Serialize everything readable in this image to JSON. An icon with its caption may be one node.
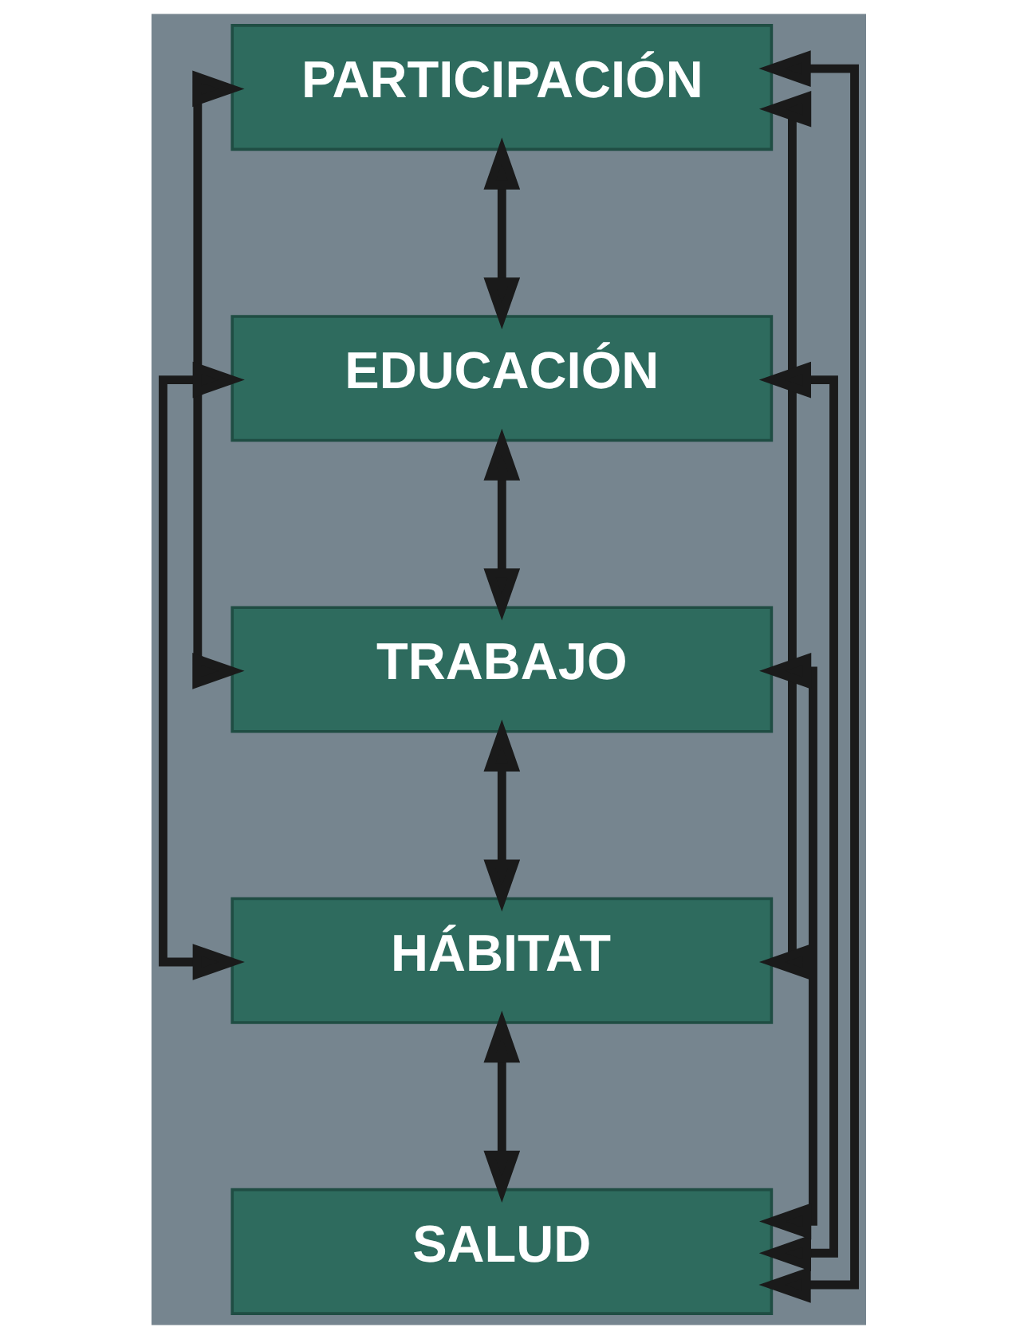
{
  "diagram": {
    "nodes": [
      {
        "text": [
          "PARTICIPACIÓN"
        ]
      },
      {
        "text": [
          "EDUCACIÓN"
        ]
      },
      {
        "text": [
          "TRABAJO"
        ]
      },
      {
        "text": [
          "HÁBITAT"
        ]
      },
      {
        "text": [
          "SALUD"
        ]
      }
    ],
    "edges": [
      {
        "from": 0,
        "to": 1,
        "arrow": "both"
      },
      {
        "from": 1,
        "to": 2,
        "arrow": "both"
      },
      {
        "from": 2,
        "to": 3,
        "arrow": "both"
      },
      {
        "from": 3,
        "to": 4,
        "arrow": "both"
      },
      {
        "from": 0,
        "to": 4,
        "arrow": "both"
      },
      {
        "from": 0,
        "to": 3,
        "arrow": "both"
      },
      {
        "from": 0,
        "to": 2,
        "arrow": "both"
      },
      {
        "from": 1,
        "to": 4,
        "arrow": "both"
      },
      {
        "from": 1,
        "to": 3,
        "arrow": "both"
      },
      {
        "from": 2,
        "to": 4,
        "arrow": "both"
      }
    ]
  }
}
